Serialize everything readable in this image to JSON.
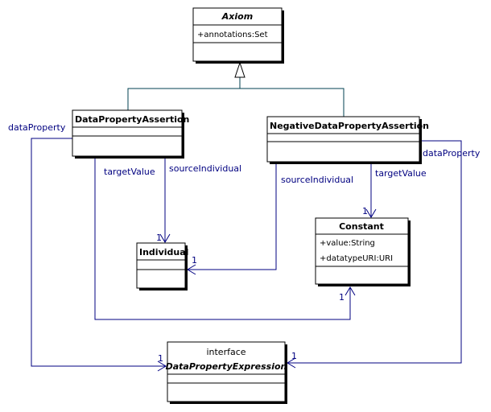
{
  "classes": {
    "axiom": {
      "name": "Axiom",
      "attributes": [
        "+annotations:Set"
      ]
    },
    "data_property_assertion": {
      "name": "DataPropertyAssertion"
    },
    "negative_data_property_assertion": {
      "name": "NegativeDataPropertyAssertion"
    },
    "individual": {
      "name": "Individual"
    },
    "constant": {
      "name": "Constant",
      "attributes": [
        "+value:String",
        "+datatypeURI:URI"
      ]
    },
    "data_property_expression": {
      "stereotype": "interface",
      "name": "DataPropertyExpression"
    }
  },
  "associations": {
    "dpa_data_property": {
      "role": "dataProperty",
      "multiplicity": "1"
    },
    "dpa_target_value": {
      "role": "targetValue",
      "multiplicity": "1"
    },
    "dpa_source_individual": {
      "role": "sourceIndividual",
      "multiplicity": "1"
    },
    "ndpa_source_individual": {
      "role": "sourceIndividual",
      "multiplicity": "1"
    },
    "ndpa_target_value": {
      "role": "targetValue",
      "multiplicity": "1"
    },
    "ndpa_data_property": {
      "role": "dataProperty",
      "multiplicity": "1"
    }
  },
  "colors": {
    "association_line": "#000080",
    "generalization_line": "#004050",
    "class_border": "#000000"
  }
}
